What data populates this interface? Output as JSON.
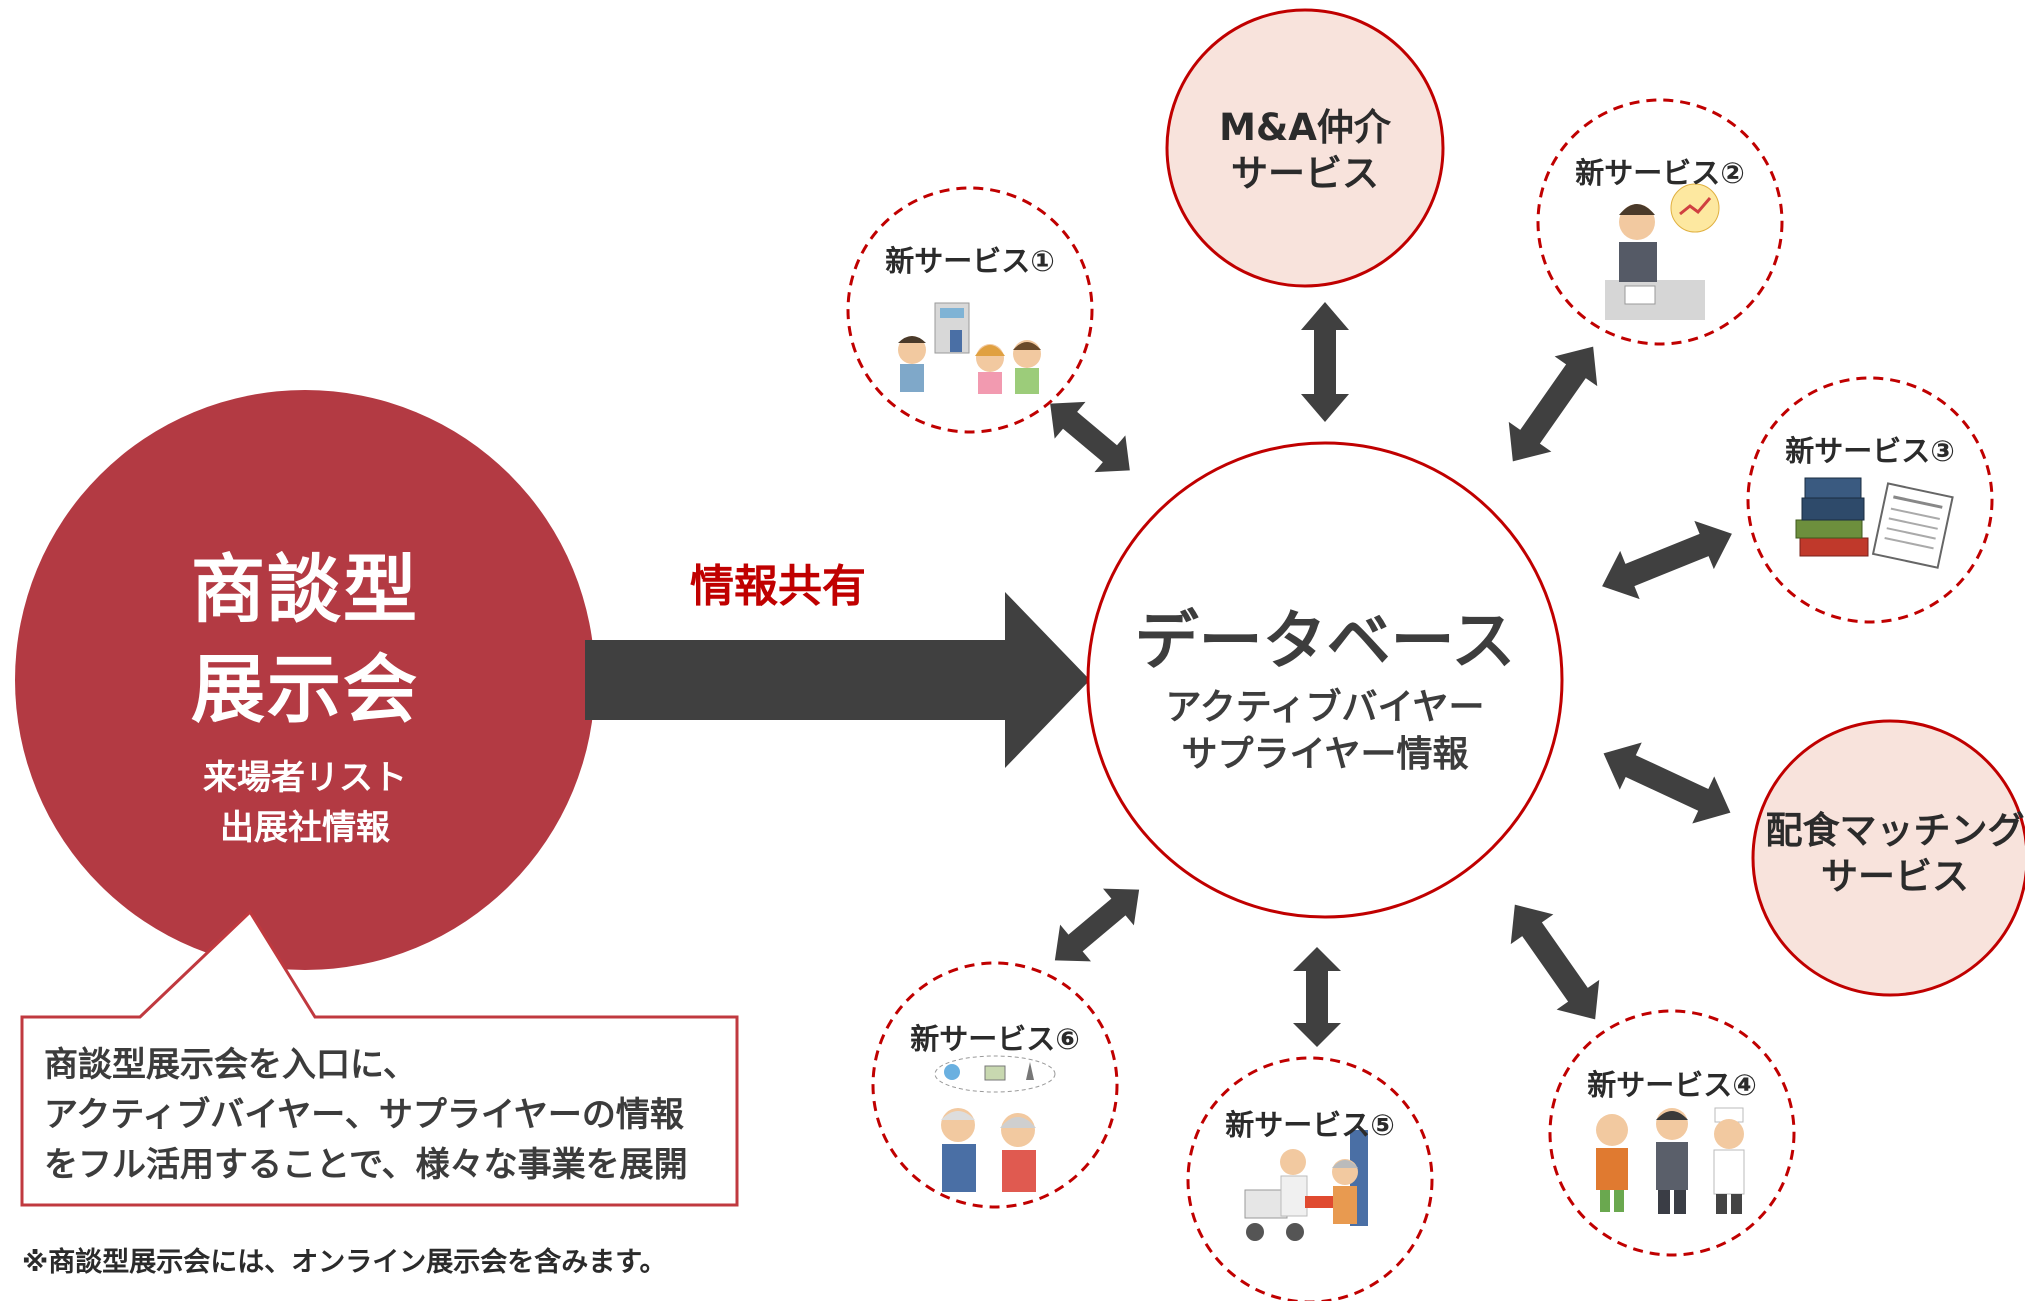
{
  "expo": {
    "title_line1": "商談型",
    "title_line2": "展示会",
    "sub_line1": "来場者リスト",
    "sub_line2": "出展社情報",
    "callout_lines": [
      "商談型展示会を入口に、",
      "アクティブバイヤー、サプライヤーの情報",
      "をフル活用することで、様々な事業を展開"
    ],
    "footnote": "※商談型展示会には、オンライン展示会を含みます。"
  },
  "flow": {
    "share_label": "情報共有"
  },
  "database": {
    "title": "データベース",
    "sub_line1": "アクティブバイヤー",
    "sub_line2": "サプライヤー情報"
  },
  "services": {
    "ma": {
      "line1": "M&A仲介",
      "line2": "サービス"
    },
    "catering": {
      "line1": "配食マッチング",
      "line2": "サービス"
    },
    "new1": {
      "label": "新サービス①",
      "icon": "family-house-icon"
    },
    "new2": {
      "label": "新サービス②",
      "icon": "businessman-chart-icon"
    },
    "new3": {
      "label": "新サービス③",
      "icon": "books-newspaper-icon"
    },
    "new4": {
      "label": "新サービス④",
      "icon": "workers-icon"
    },
    "new5": {
      "label": "新サービス⑤",
      "icon": "delivery-icon"
    },
    "new6": {
      "label": "新サービス⑥",
      "icon": "elderly-couple-icon"
    }
  },
  "colors": {
    "expo_red": "#b33a43",
    "share_red": "#c00000",
    "arrow_gray": "#404040",
    "pink_fill": "#f8e3dc",
    "dashed_red": "#c00000"
  }
}
